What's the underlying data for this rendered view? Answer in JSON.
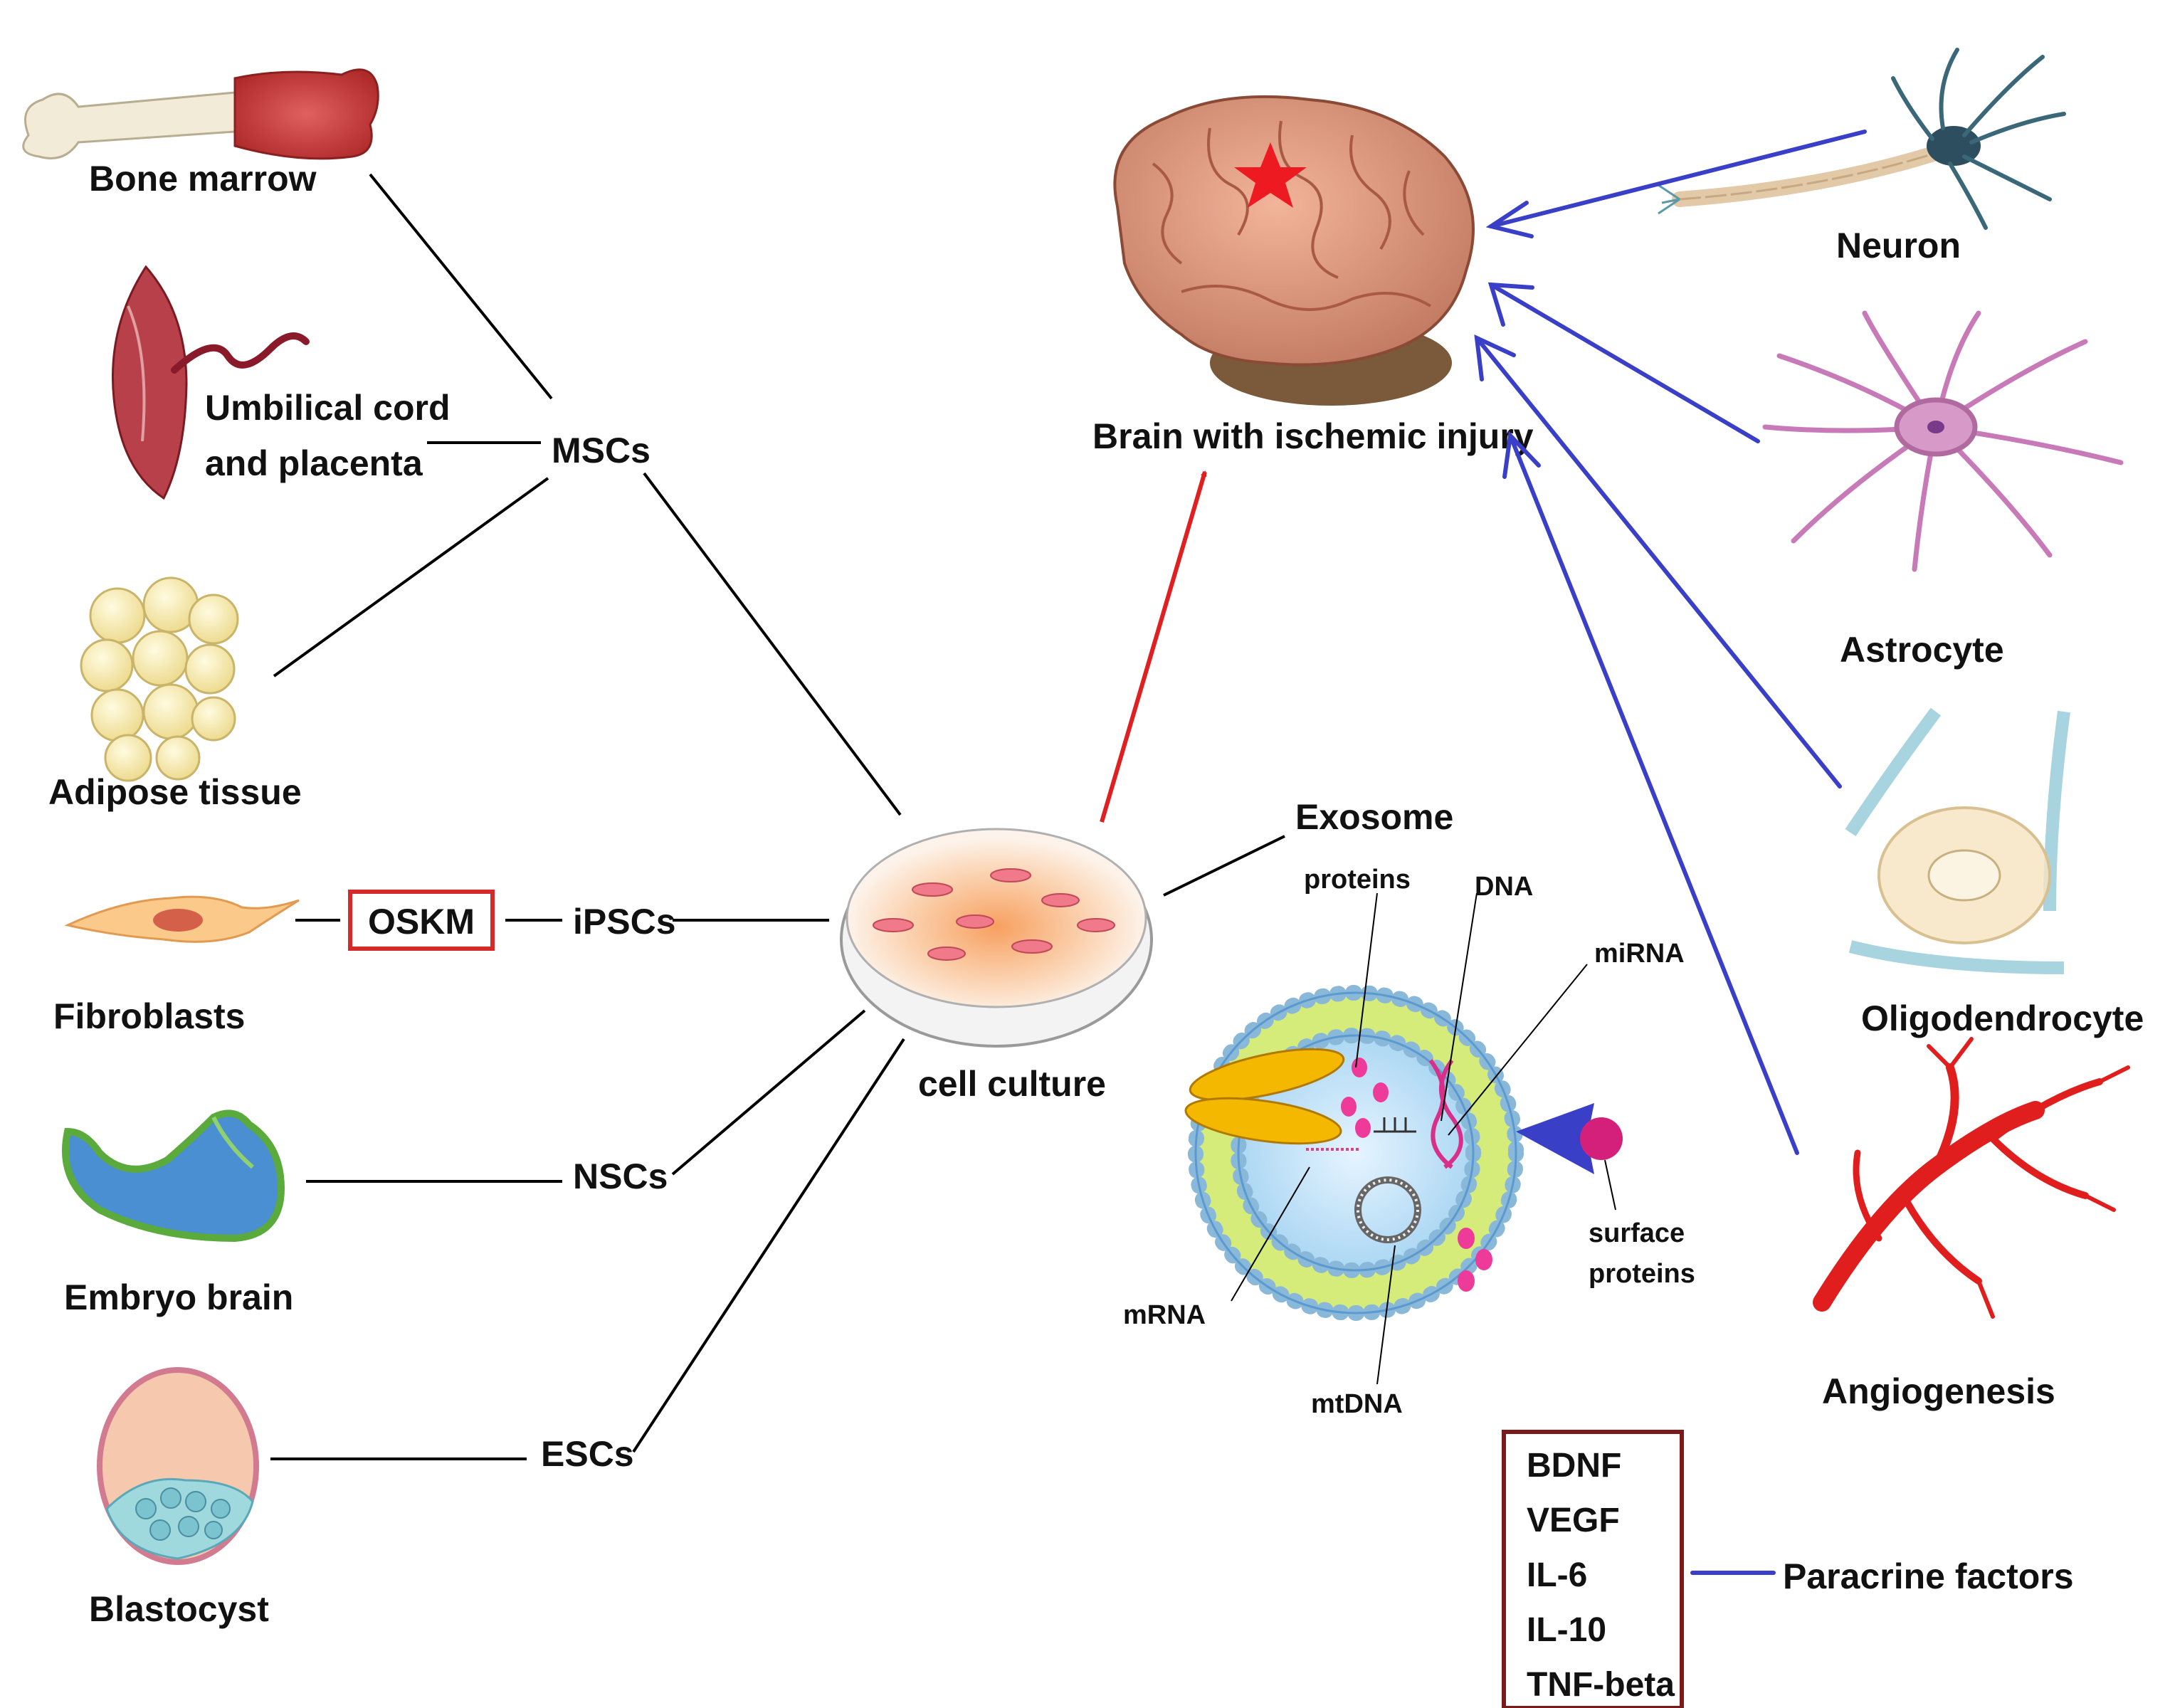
{
  "sources": {
    "bone_marrow": "Bone marrow",
    "umbilical_line1": "Umbilical cord",
    "umbilical_line2": "and placenta",
    "adipose": "Adipose tissue",
    "fibroblasts": "Fibroblasts",
    "embryo_brain": "Embryo brain",
    "blastocyst": "Blastocyst"
  },
  "stem_cells": {
    "mscs": "MSCs",
    "oskm": "OSKM",
    "ipscs": "iPSCs",
    "nscs": "NSCs",
    "escs": "ESCs"
  },
  "center": {
    "cell_culture": "cell culture"
  },
  "target": {
    "brain": "Brain with ischemic injury"
  },
  "outcomes": {
    "neuron": "Neuron",
    "astrocyte": "Astrocyte",
    "oligodendrocyte": "Oligodendrocyte",
    "angiogenesis": "Angiogenesis"
  },
  "exosome": {
    "title": "Exosome",
    "proteins": "proteins",
    "dna": "DNA",
    "mirna": "miRNA",
    "surface_line1": "surface",
    "surface_line2": "proteins",
    "mrna": "mRNA",
    "mtdna": "mtDNA"
  },
  "paracrine": {
    "label": "Paracrine factors",
    "factors": [
      "BDNF",
      "VEGF",
      "IL-6",
      "IL-10",
      "TNF-beta"
    ]
  },
  "colors": {
    "red_arrow": "#e02020",
    "blue_arrow": "#3a3fc8",
    "oskm_border": "#d42a2a",
    "factor_border": "#7a1a1a",
    "line": "#000000"
  }
}
